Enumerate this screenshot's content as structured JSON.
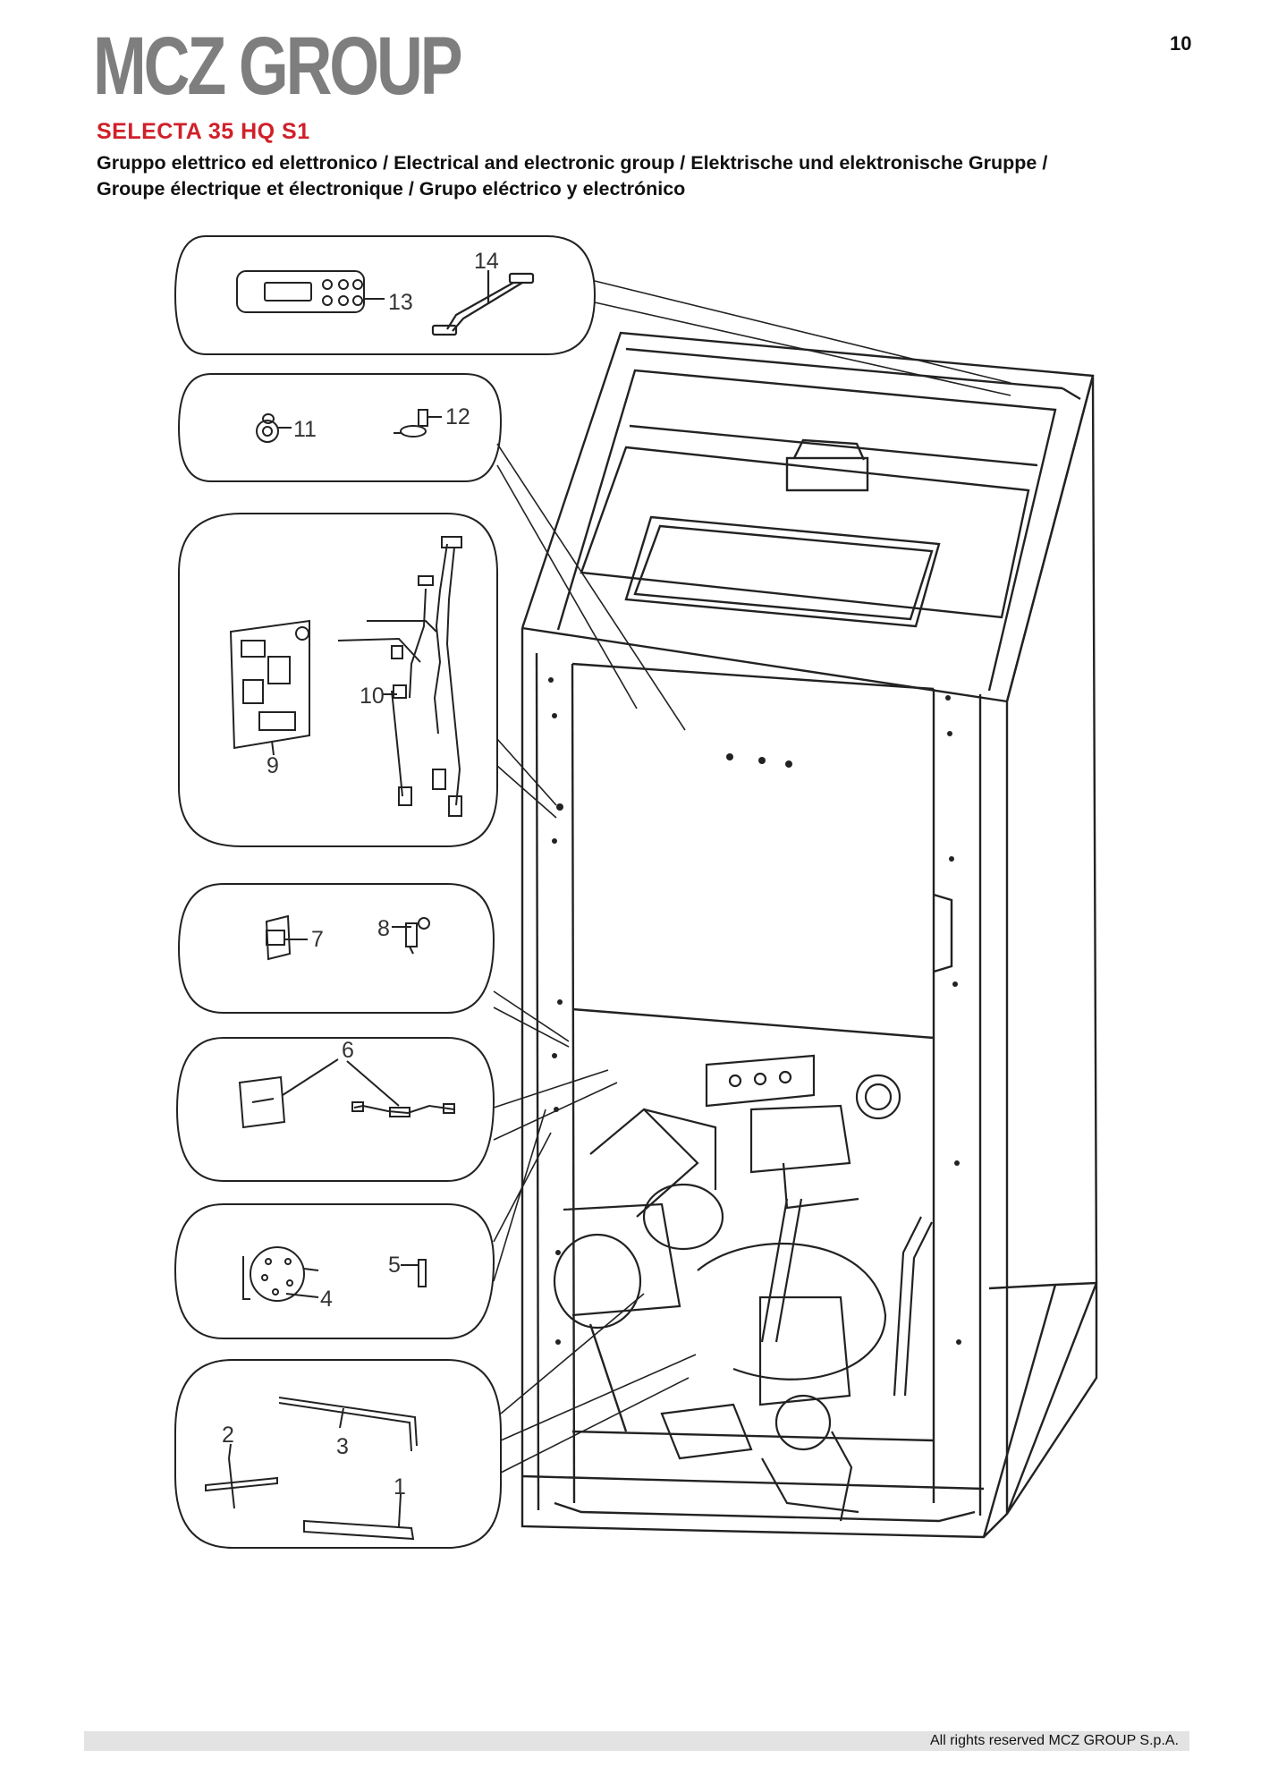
{
  "header": {
    "brand": "MCZ GROUP",
    "page_number": "10",
    "model": "SELECTA 35 HQ S1",
    "subtitle_line1": "Gruppo elettrico ed elettronico / Electrical and electronic group / Elektrische und elektronische Gruppe /",
    "subtitle_line2": "Groupe électrique et électronique / Grupo eléctrico y electrónico"
  },
  "callouts": [
    "1",
    "2",
    "3",
    "4",
    "5",
    "6",
    "7",
    "8",
    "9",
    "10",
    "11",
    "12",
    "13",
    "14"
  ],
  "footer": {
    "copyright": "All rights reserved MCZ GROUP S.p.A."
  }
}
